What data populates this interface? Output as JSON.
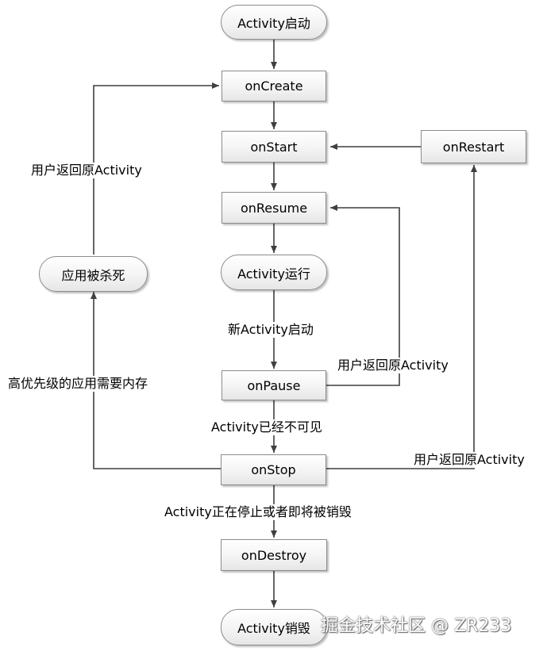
{
  "nodes": {
    "activity_start": "Activity启动",
    "on_create": "onCreate",
    "on_start": "onStart",
    "on_restart": "onRestart",
    "on_resume": "onResume",
    "activity_running": "Activity运行",
    "on_pause": "onPause",
    "on_stop": "onStop",
    "on_destroy": "onDestroy",
    "activity_destroyed": "Activity销毁",
    "app_killed": "应用被杀死"
  },
  "edge_labels": {
    "user_return_to_create": "用户返回原Activity",
    "new_activity_started": "新Activity启动",
    "user_return_to_resume": "用户返回原Activity",
    "activity_invisible": "Activity已经不可见",
    "higher_priority_needs_memory": "高优先级的应用需要内存",
    "user_return_to_restart": "用户返回原Activity",
    "activity_stopping_or_destroying": "Activity正在停止或者即将被销毁"
  },
  "watermark": "掘金技术社区 @ ZR233"
}
